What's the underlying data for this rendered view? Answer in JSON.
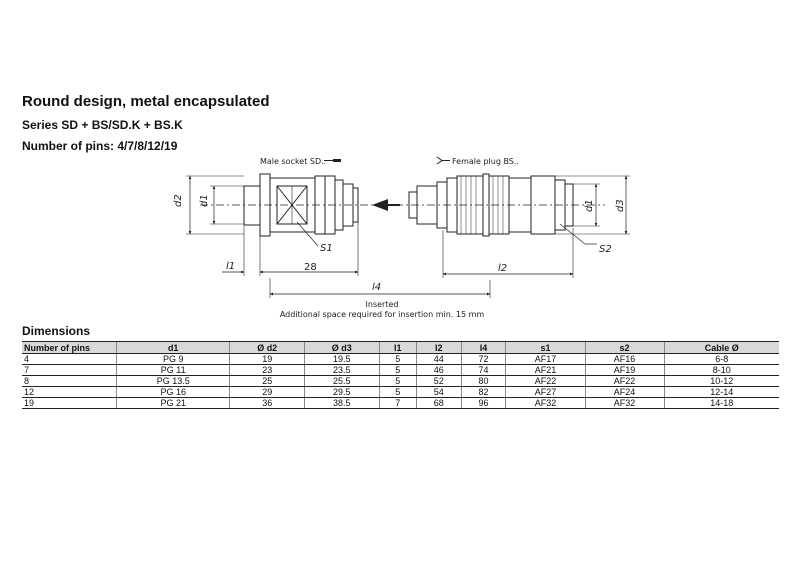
{
  "header": {
    "title": "Round design, metal encapsulated",
    "series": "Series SD + BS/SD.K + BS.K",
    "pins": "Number of pins: 4/7/8/12/19"
  },
  "drawing": {
    "male_label": "Male socket SD..",
    "female_label": "Female plug BS..",
    "d2": "d2",
    "d1_left": "d1",
    "d1_right": "d1",
    "d3": "d3",
    "s1": "S1",
    "s2": "S2",
    "l1": "l1",
    "dim_28": "28",
    "l2": "l2",
    "l4": "l4",
    "inserted": "Inserted",
    "note": "Additional space required for insertion min. 15 mm"
  },
  "dimensions": {
    "heading": "Dimensions",
    "columns": [
      "Number of pins",
      "d1",
      "Ø d2",
      "Ø d3",
      "l1",
      "l2",
      "l4",
      "s1",
      "s2",
      "Cable Ø"
    ],
    "rows": [
      [
        "4",
        "PG 9",
        "19",
        "19.5",
        "5",
        "44",
        "72",
        "AF17",
        "AF16",
        "6-8"
      ],
      [
        "7",
        "PG 11",
        "23",
        "23.5",
        "5",
        "46",
        "74",
        "AF21",
        "AF19",
        "8-10"
      ],
      [
        "8",
        "PG 13.5",
        "25",
        "25.5",
        "5",
        "52",
        "80",
        "AF22",
        "AF22",
        "10-12"
      ],
      [
        "12",
        "PG 16",
        "29",
        "29.5",
        "5",
        "54",
        "82",
        "AF27",
        "AF24",
        "12-14"
      ],
      [
        "19",
        "PG 21",
        "36",
        "38.5",
        "7",
        "68",
        "96",
        "AF32",
        "AF32",
        "14-18"
      ]
    ]
  }
}
